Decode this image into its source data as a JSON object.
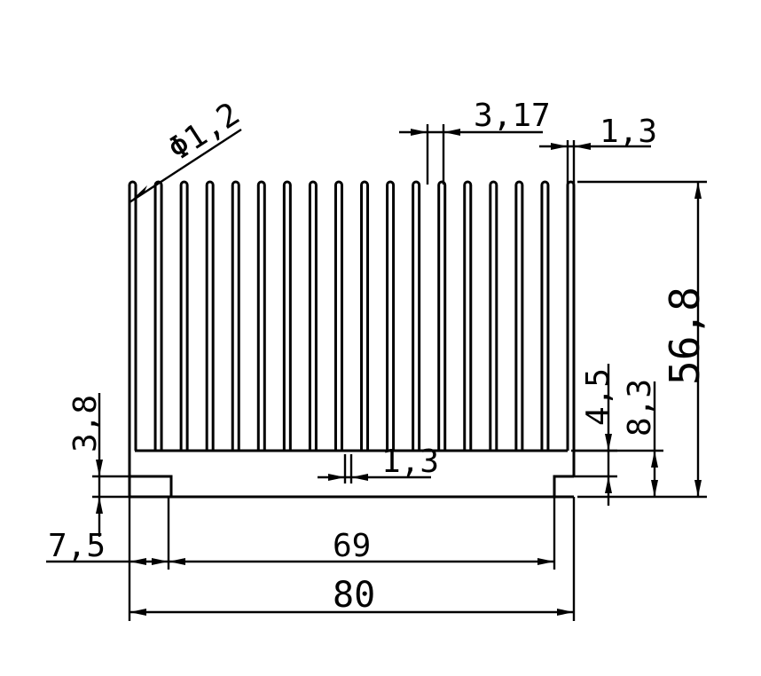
{
  "drawing": {
    "fin_count": 18,
    "dimensions": {
      "fin_diameter": "Φ1,2",
      "fin_pitch": "3,17",
      "fin_thickness": "1,3",
      "total_height": "56,8",
      "base_height": "4,5",
      "foot_height": "8,3",
      "foot_step": "3,8",
      "gap_width": "1,3",
      "foot_width": "7,5",
      "inner_width": "69",
      "total_width": "80"
    }
  }
}
